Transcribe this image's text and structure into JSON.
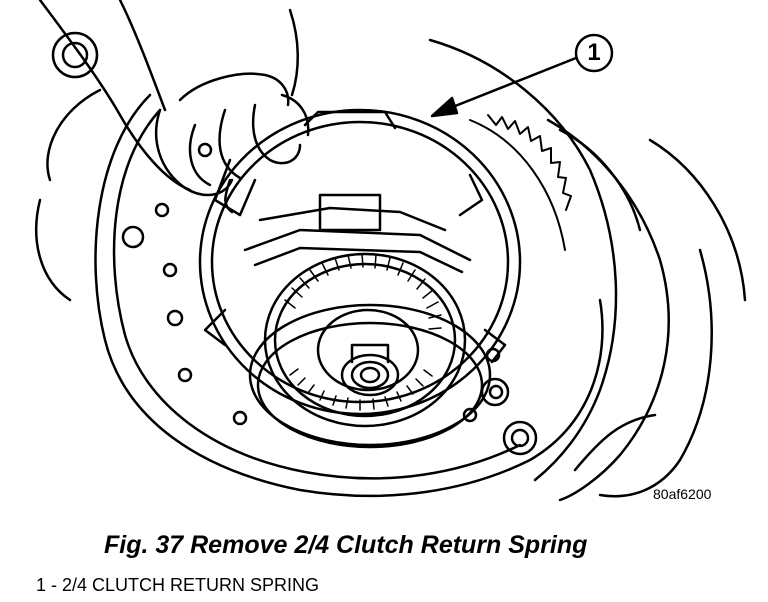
{
  "figure": {
    "callout_number": "1",
    "reference_code": "80af6200",
    "caption": "Fig. 37 Remove 2/4 Clutch Return Spring",
    "legend": "1 - 2/4 CLUTCH RETURN SPRING"
  }
}
